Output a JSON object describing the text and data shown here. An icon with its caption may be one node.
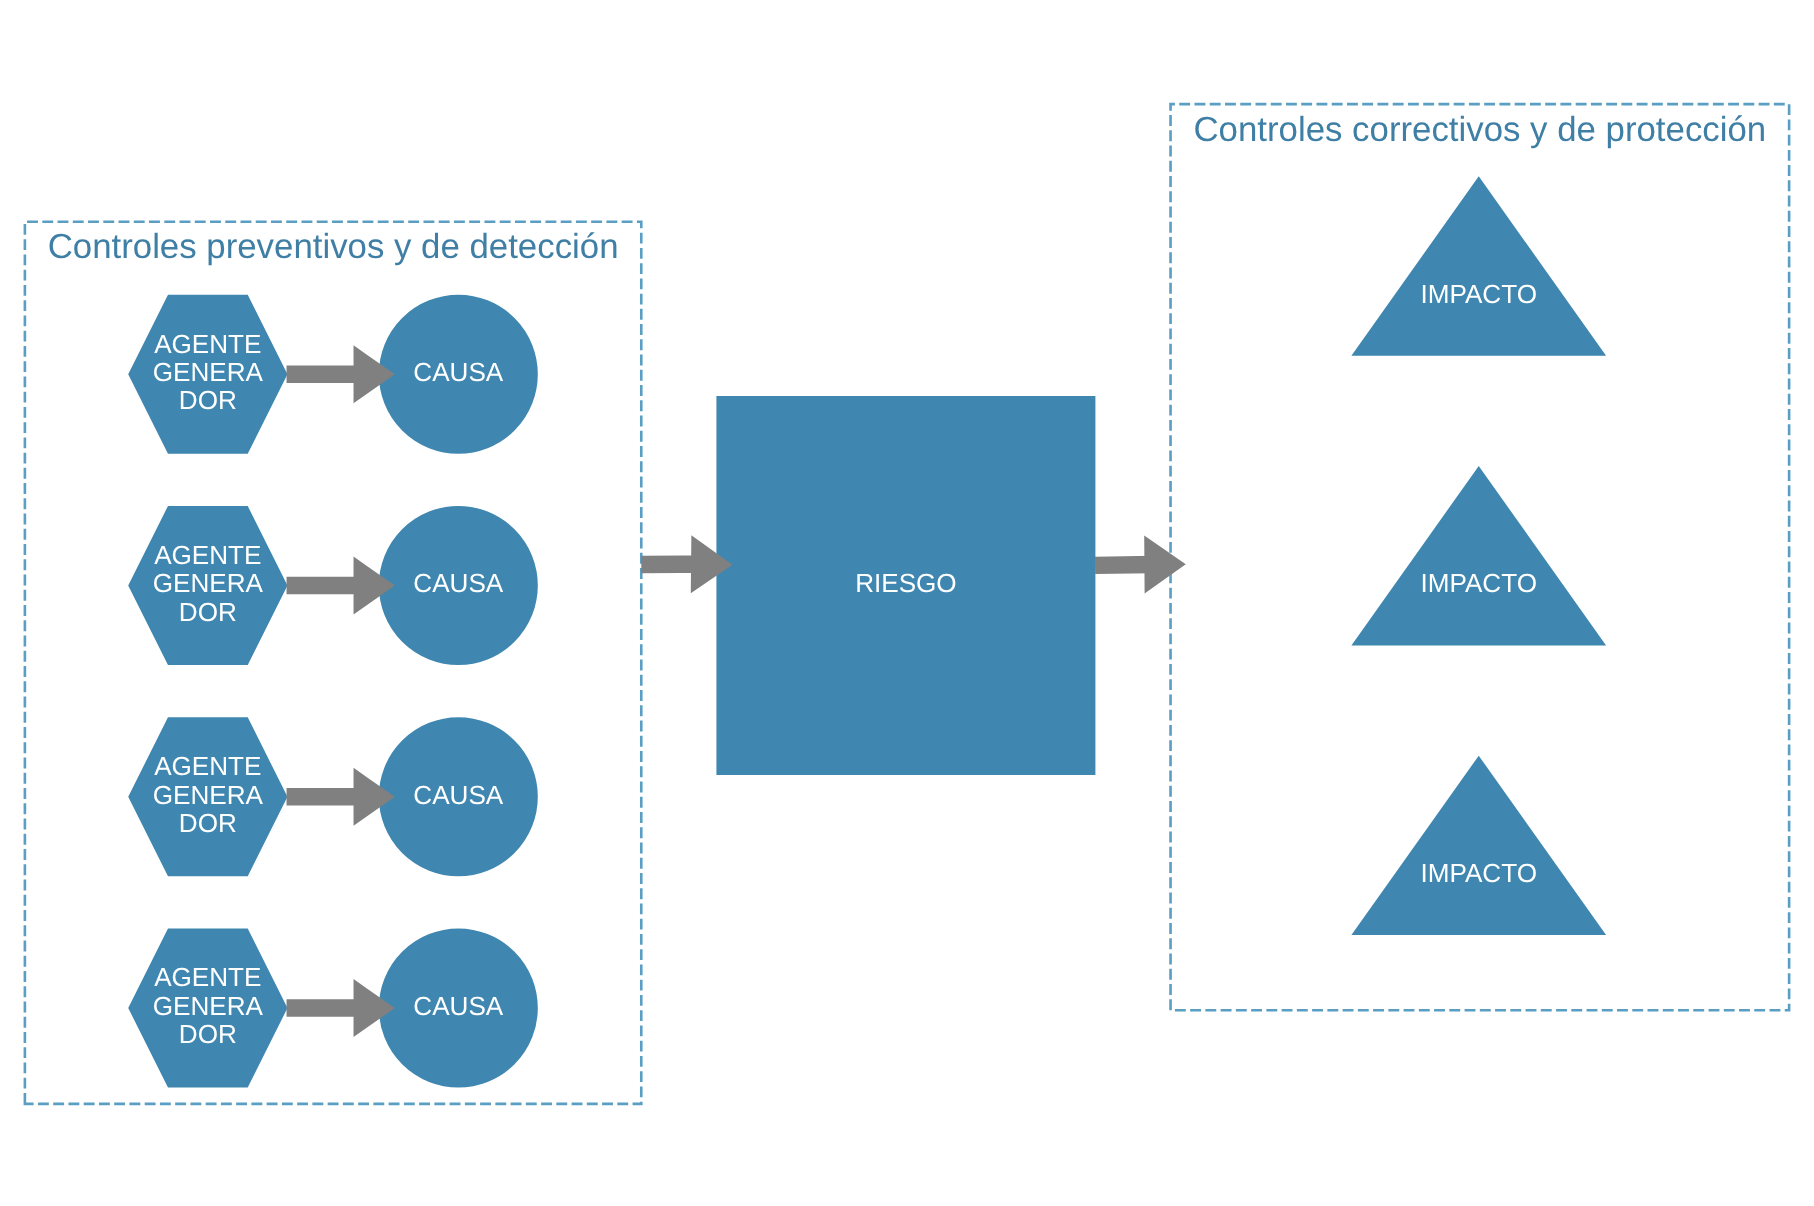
{
  "diagram": {
    "nodes": [
      {
        "text": [
          "Controles preventivos y de detección"
        ]
      },
      {
        "text": [
          "AGENTE GENERA DOR"
        ],
        "in": 0
      },
      {
        "text": [
          "CAUSA"
        ],
        "in": 0
      },
      {
        "text": [
          "AGENTE GENERA DOR"
        ],
        "in": 0
      },
      {
        "text": [
          "CAUSA"
        ],
        "in": 0
      },
      {
        "text": [
          "AGENTE GENERA DOR"
        ],
        "in": 0
      },
      {
        "text": [
          "CAUSA"
        ],
        "in": 0
      },
      {
        "text": [
          "AGENTE GENERA DOR"
        ],
        "in": 0
      },
      {
        "text": [
          "CAUSA"
        ],
        "in": 0
      },
      {
        "text": [
          "RIESGO"
        ]
      },
      {
        "text": [
          "Controles correctivos y de protección"
        ]
      },
      {
        "text": [
          "IMPACTO"
        ],
        "in": 10
      },
      {
        "text": [
          "IMPACTO"
        ],
        "in": 10
      },
      {
        "text": [
          "IMPACTO"
        ],
        "in": 10
      }
    ],
    "edges": [
      {
        "from": 1,
        "to": 2,
        "arrow": "to"
      },
      {
        "from": 3,
        "to": 4,
        "arrow": "to"
      },
      {
        "from": 5,
        "to": 6,
        "arrow": "to"
      },
      {
        "from": 7,
        "to": 8,
        "arrow": "to"
      },
      {
        "from": 0,
        "to": 9,
        "arrow": "to"
      },
      {
        "from": 9,
        "to": 10,
        "arrow": "to"
      }
    ]
  }
}
